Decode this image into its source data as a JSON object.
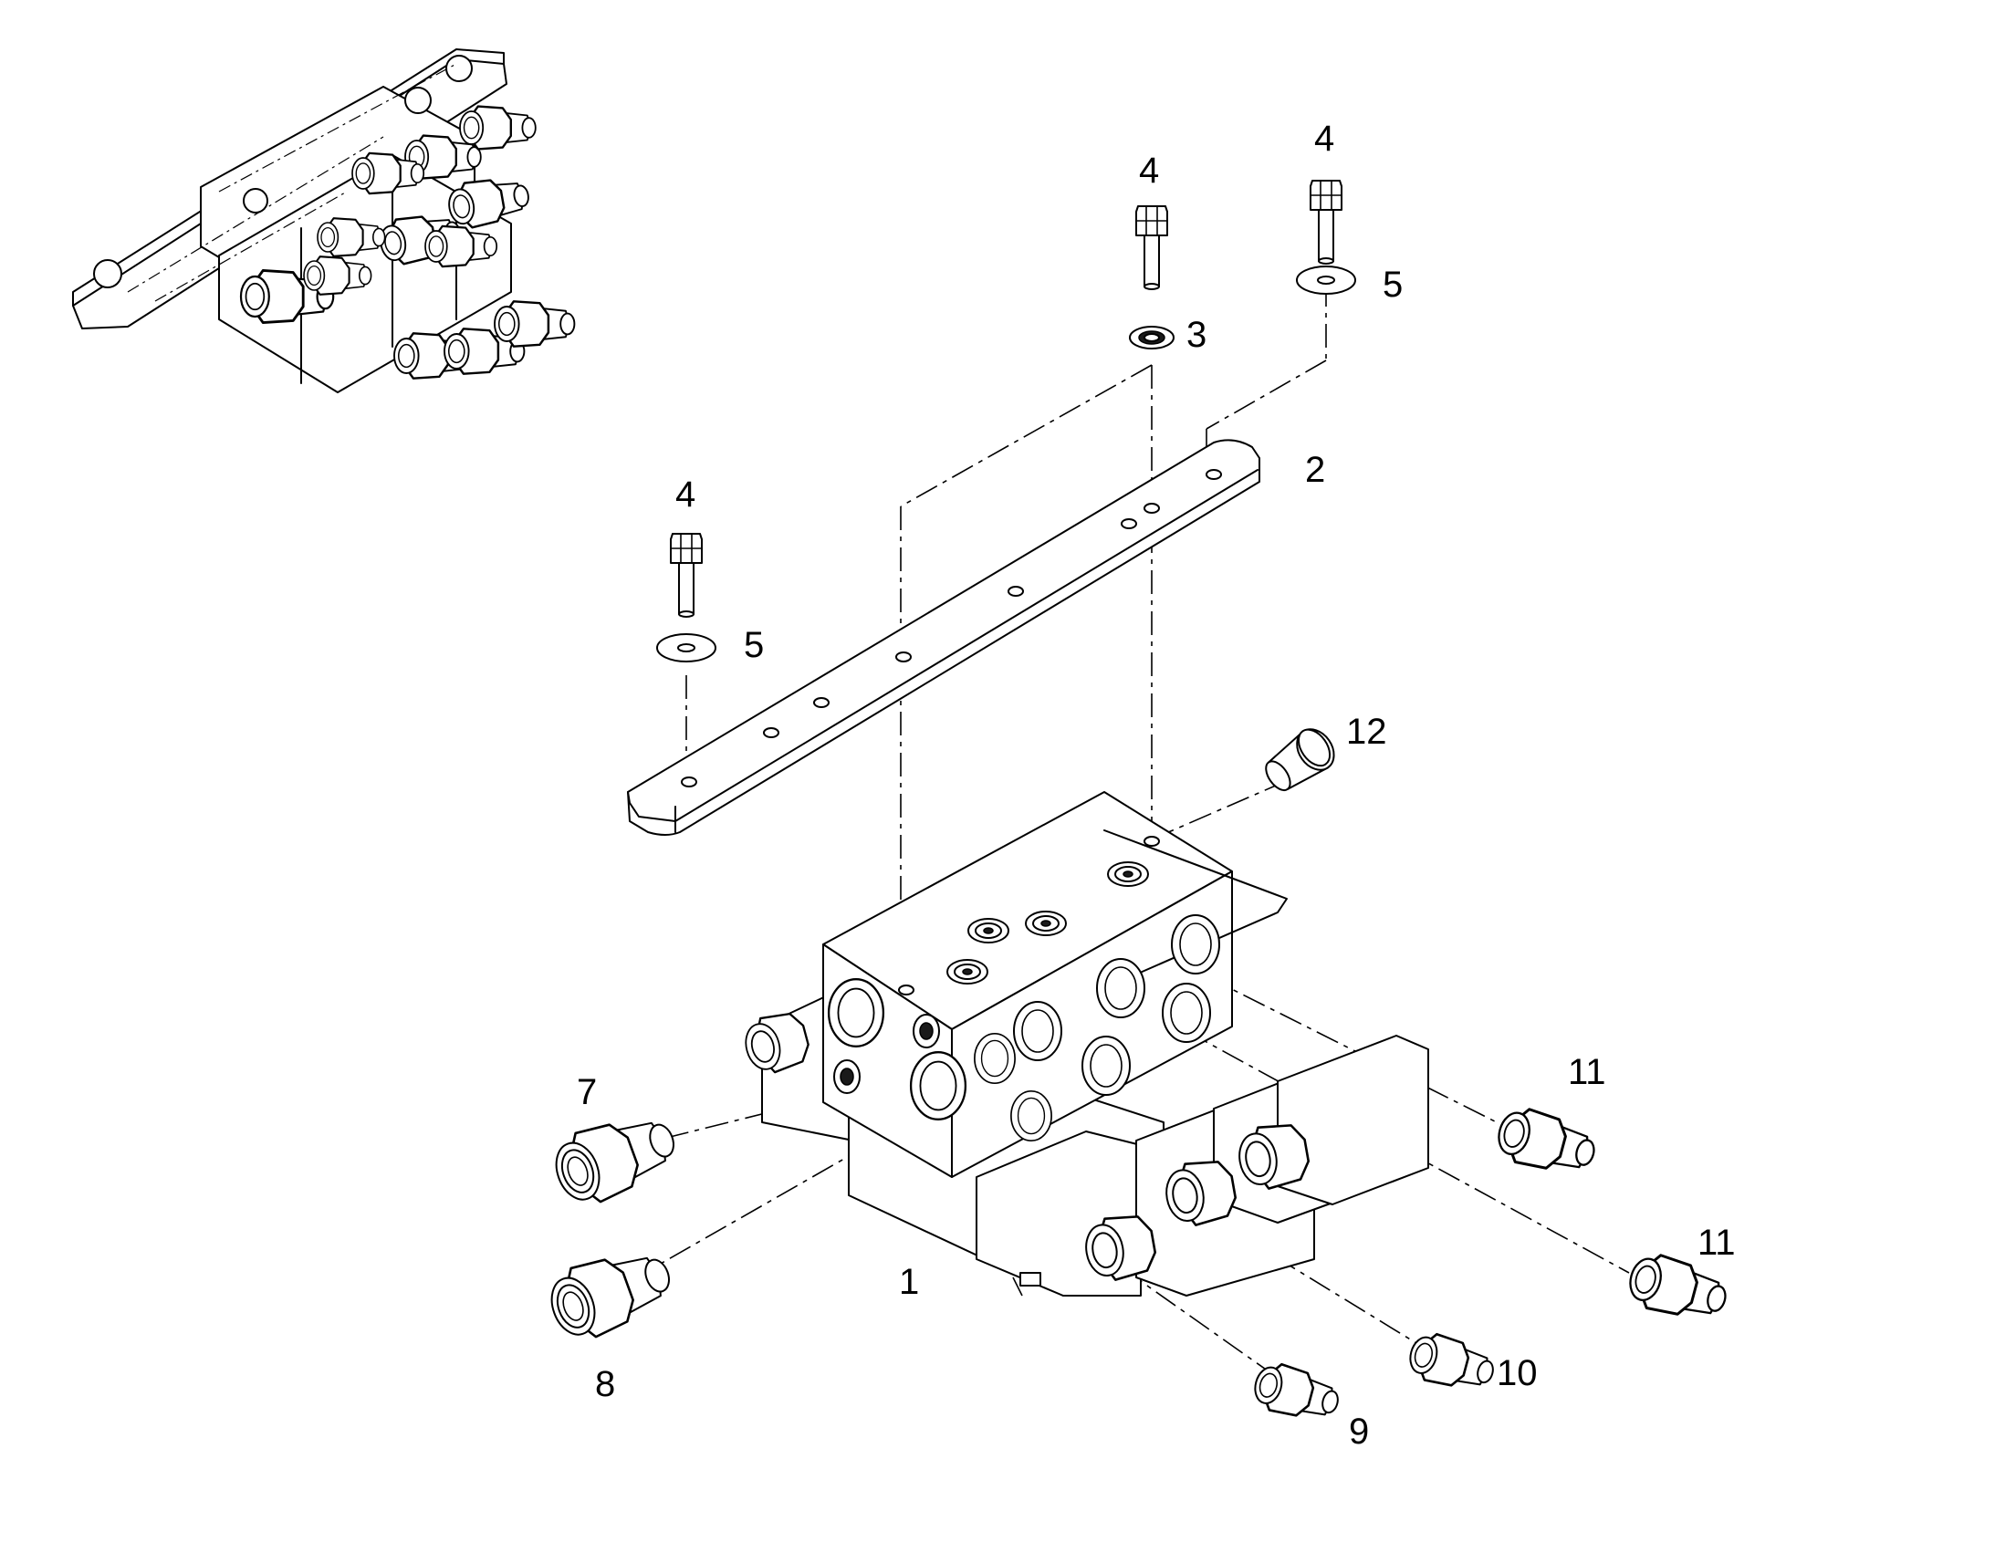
{
  "callouts": [
    {
      "id": "c1",
      "label": "1"
    },
    {
      "id": "c2",
      "label": "2"
    },
    {
      "id": "c3",
      "label": "3"
    },
    {
      "id": "c4a",
      "label": "4"
    },
    {
      "id": "c4b",
      "label": "4"
    },
    {
      "id": "c4c",
      "label": "4"
    },
    {
      "id": "c5a",
      "label": "5"
    },
    {
      "id": "c5b",
      "label": "5"
    },
    {
      "id": "c7",
      "label": "7"
    },
    {
      "id": "c8",
      "label": "8"
    },
    {
      "id": "c9",
      "label": "9"
    },
    {
      "id": "c10",
      "label": "10"
    },
    {
      "id": "c11a",
      "label": "11"
    },
    {
      "id": "c11b",
      "label": "11"
    },
    {
      "id": "c12",
      "label": "12"
    }
  ]
}
